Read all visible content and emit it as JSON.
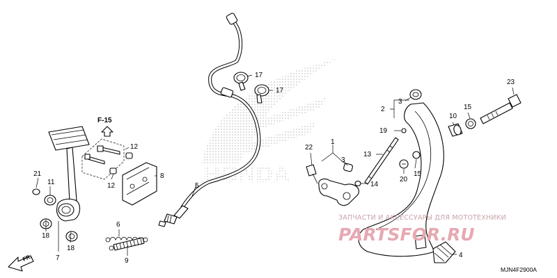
{
  "diagram": {
    "ref_label": "F-15",
    "code": "MJN4F2900A",
    "direction_label": "FR.",
    "brand_watermark": "HONDA",
    "callouts": [
      {
        "id": "c1",
        "text": "1"
      },
      {
        "id": "c2",
        "text": "2"
      },
      {
        "id": "c3a",
        "text": "3"
      },
      {
        "id": "c3b",
        "text": "3"
      },
      {
        "id": "c4",
        "text": "4"
      },
      {
        "id": "c5",
        "text": "5"
      },
      {
        "id": "c6",
        "text": "6"
      },
      {
        "id": "c7",
        "text": "7"
      },
      {
        "id": "c8",
        "text": "8"
      },
      {
        "id": "c9",
        "text": "9"
      },
      {
        "id": "c10",
        "text": "10"
      },
      {
        "id": "c11",
        "text": "11"
      },
      {
        "id": "c12a",
        "text": "12"
      },
      {
        "id": "c12b",
        "text": "12"
      },
      {
        "id": "c13",
        "text": "13"
      },
      {
        "id": "c14",
        "text": "14"
      },
      {
        "id": "c15a",
        "text": "15"
      },
      {
        "id": "c15b",
        "text": "15"
      },
      {
        "id": "c17a",
        "text": "17"
      },
      {
        "id": "c17b",
        "text": "17"
      },
      {
        "id": "c18a",
        "text": "18"
      },
      {
        "id": "c18b",
        "text": "18"
      },
      {
        "id": "c19",
        "text": "19"
      },
      {
        "id": "c20",
        "text": "20"
      },
      {
        "id": "c21",
        "text": "21"
      },
      {
        "id": "c22",
        "text": "22"
      },
      {
        "id": "c23",
        "text": "23"
      }
    ]
  },
  "watermark": {
    "tagline": "ЗАПЧАСТИ И АКСЕССУАРЫ ДЛЯ МОТОТЕХНИКИ",
    "site": "PARTSFOR.RU"
  }
}
